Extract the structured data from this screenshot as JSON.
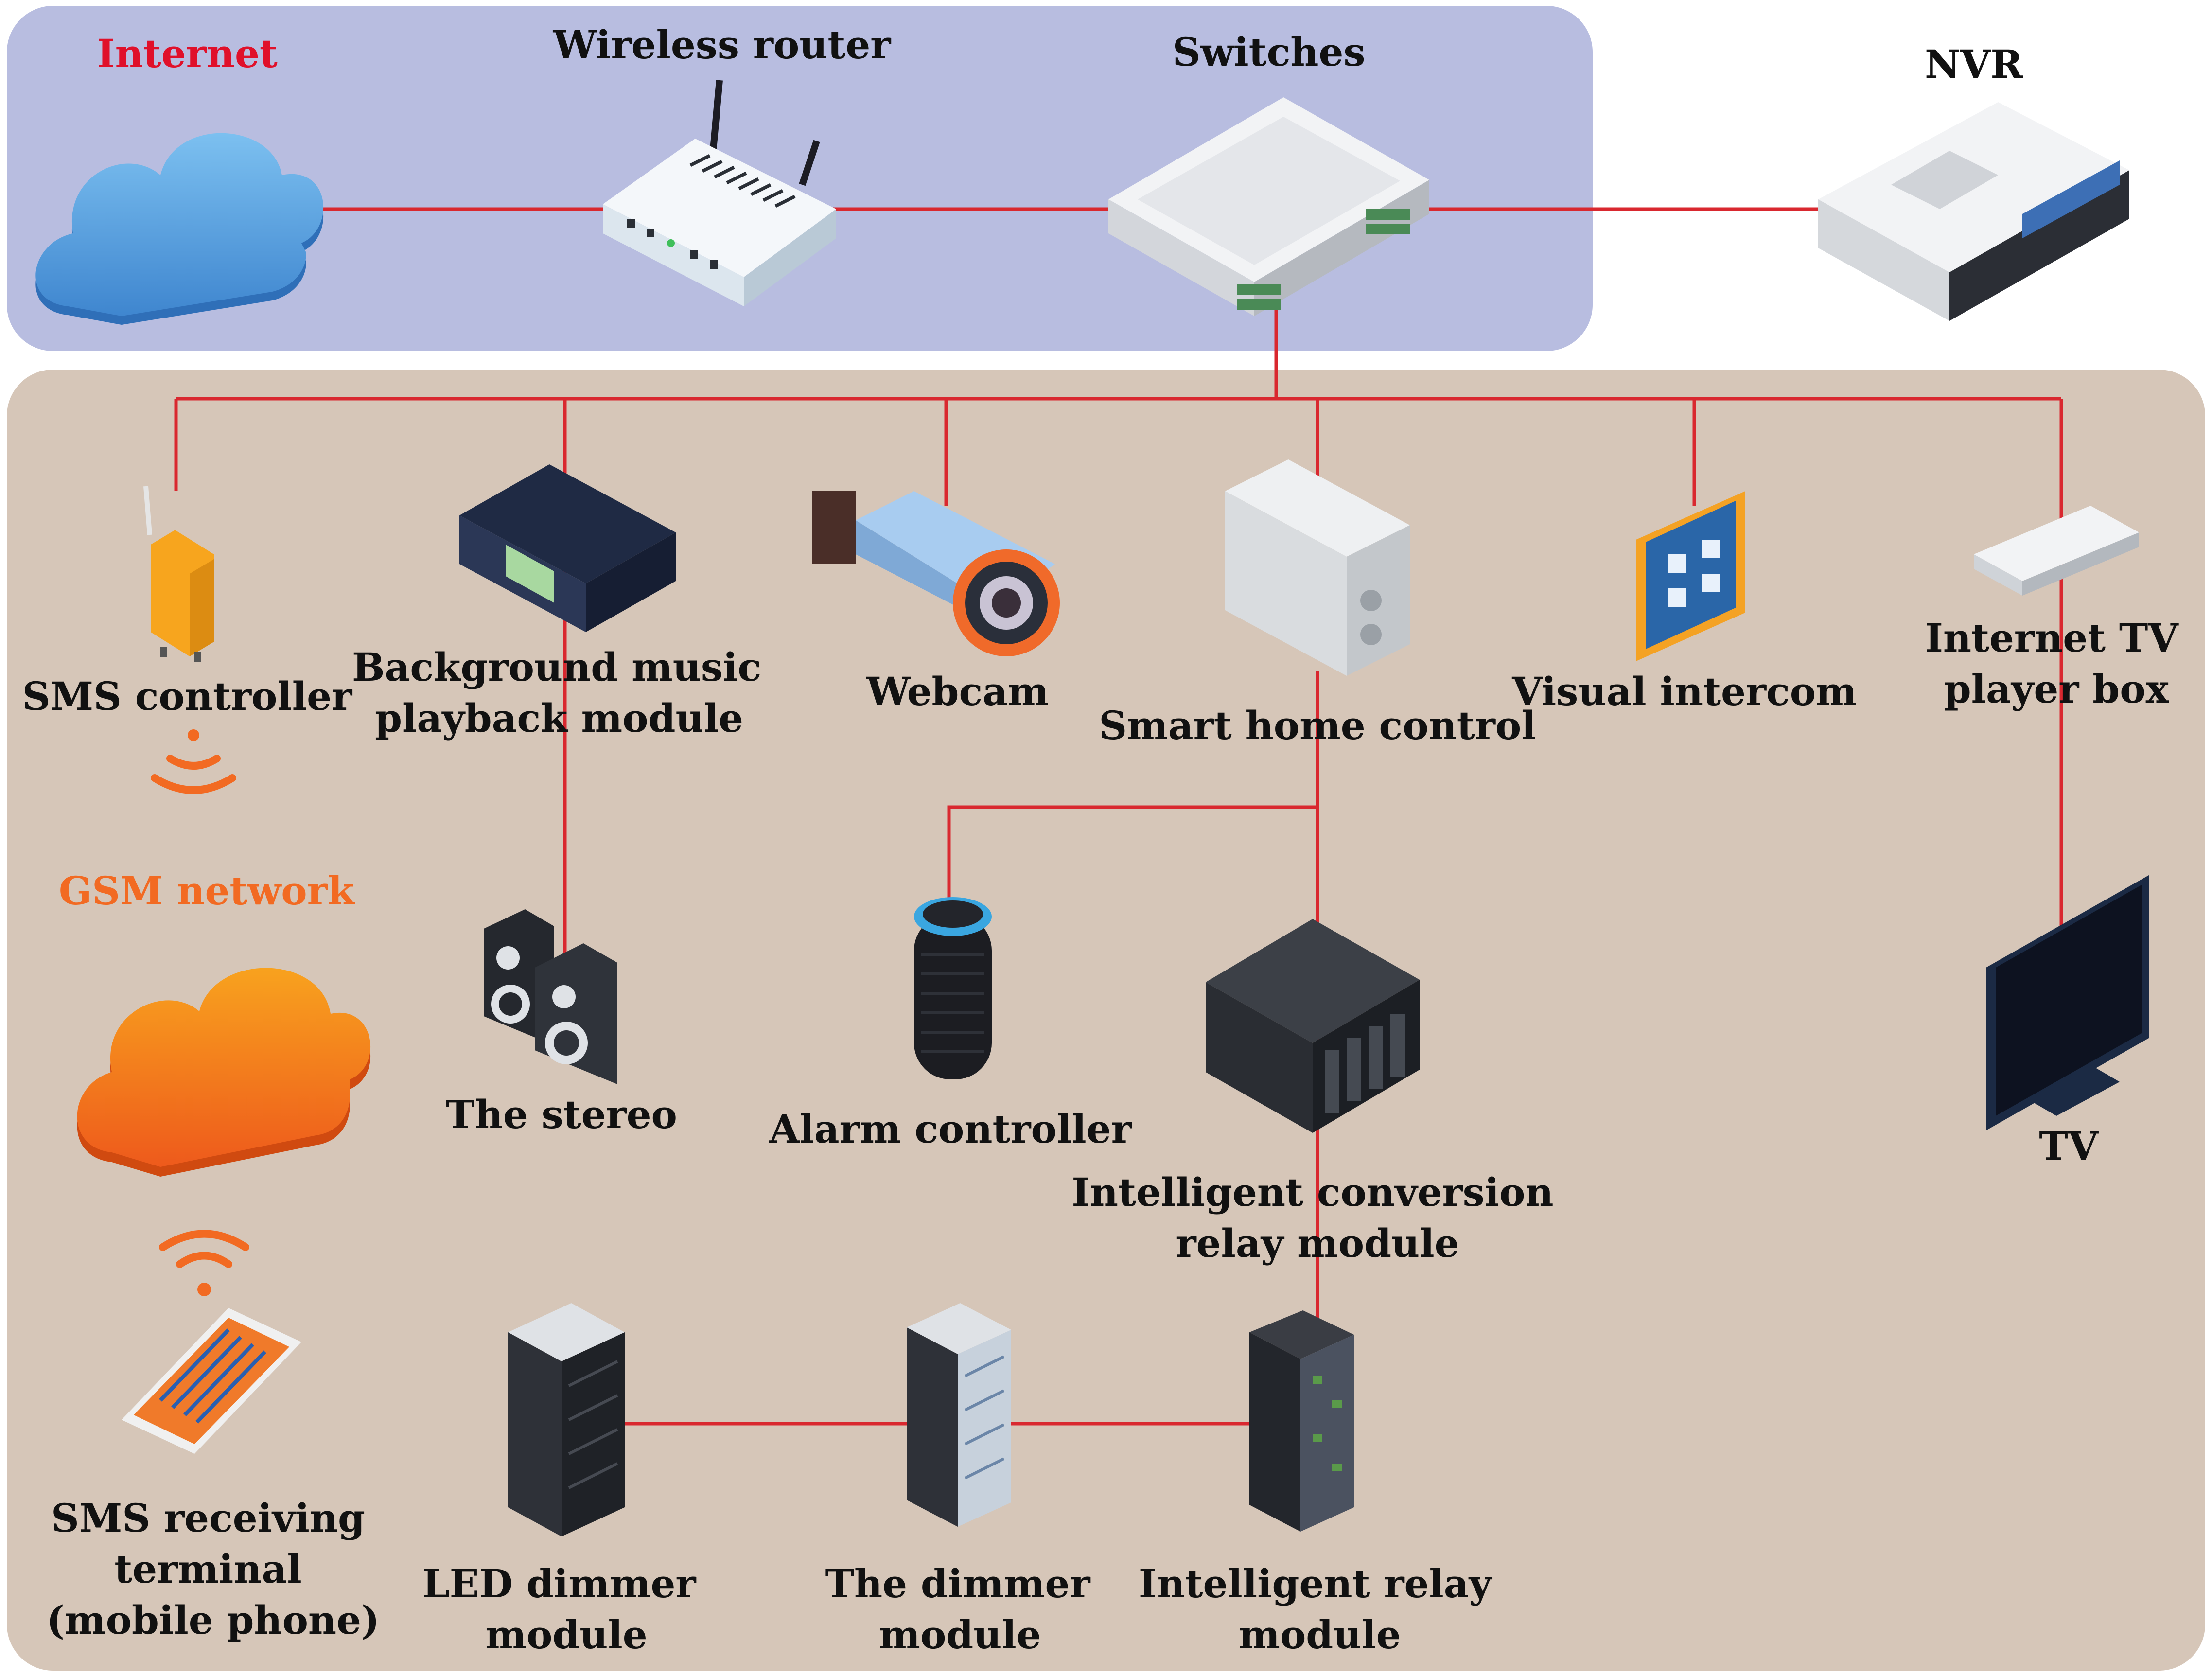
{
  "colors": {
    "top_panel": "#b8bde0",
    "bottom_panel": "#d6c6b8",
    "wire": "#d9282f",
    "internet_label": "#e0102a",
    "gsm_label": "#f26a22",
    "blue_cloud": "#5aa2de",
    "orange_cloud": "#f47a1f"
  },
  "labels": {
    "internet": "Internet",
    "router": "Wireless router",
    "switches": "Switches",
    "nvr": "NVR",
    "sms_controller": "SMS controller",
    "bg_music_1": "Background music",
    "bg_music_2": "playback module",
    "webcam": "Webcam",
    "smart_home": "Smart home control",
    "visual_intercom": "Visual intercom",
    "internet_tv_1": "Internet TV",
    "internet_tv_2": "player box",
    "gsm": "GSM network",
    "stereo": "The stereo",
    "alarm": "Alarm controller",
    "conversion_1": "Intelligent conversion",
    "conversion_2": "relay module",
    "tv": "TV",
    "sms_receiving_1": "SMS receiving",
    "sms_receiving_2": "terminal",
    "sms_receiving_3": "(mobile phone)",
    "led_dimmer_1": "LED dimmer",
    "led_dimmer_2": "module",
    "dimmer_1": "The dimmer",
    "dimmer_2": "module",
    "relay_1": "Intelligent relay",
    "relay_2": "module"
  },
  "icons": [
    "cloud-icon",
    "router-icon",
    "switch-icon",
    "nvr-icon",
    "sms-controller-icon",
    "music-module-icon",
    "webcam-icon",
    "smart-home-icon",
    "intercom-icon",
    "tv-box-icon",
    "orange-cloud-icon",
    "speaker-icon",
    "alarm-icon",
    "conversion-relay-icon",
    "tv-icon",
    "phone-icon",
    "server-rack-icon",
    "wifi-icon"
  ]
}
